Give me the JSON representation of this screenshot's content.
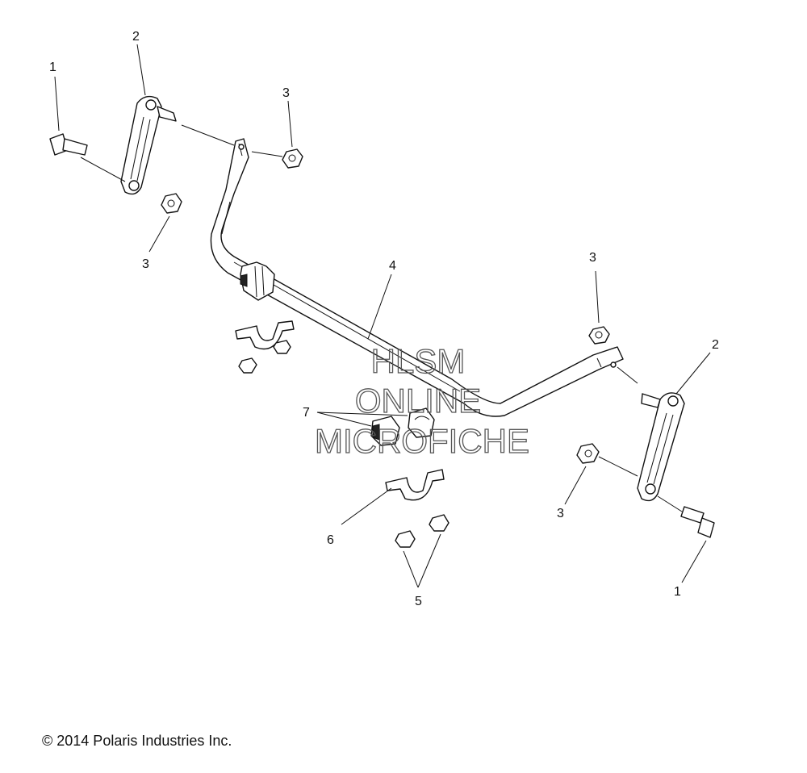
{
  "callouts": [
    {
      "id": "c1a",
      "text": "1"
    },
    {
      "id": "c2a",
      "text": "2"
    },
    {
      "id": "c3a",
      "text": "3"
    },
    {
      "id": "c3b",
      "text": "3"
    },
    {
      "id": "c4",
      "text": "4"
    },
    {
      "id": "c3c",
      "text": "3"
    },
    {
      "id": "c2b",
      "text": "2"
    },
    {
      "id": "c7",
      "text": "7"
    },
    {
      "id": "c3d",
      "text": "3"
    },
    {
      "id": "c6",
      "text": "6"
    },
    {
      "id": "c5",
      "text": "5"
    },
    {
      "id": "c1b",
      "text": "1"
    }
  ],
  "watermark": {
    "line1": "HLSM",
    "line2": "ONLINE",
    "line3": "MICROFICHE"
  },
  "copyright": "© 2014 Polaris Industries Inc."
}
